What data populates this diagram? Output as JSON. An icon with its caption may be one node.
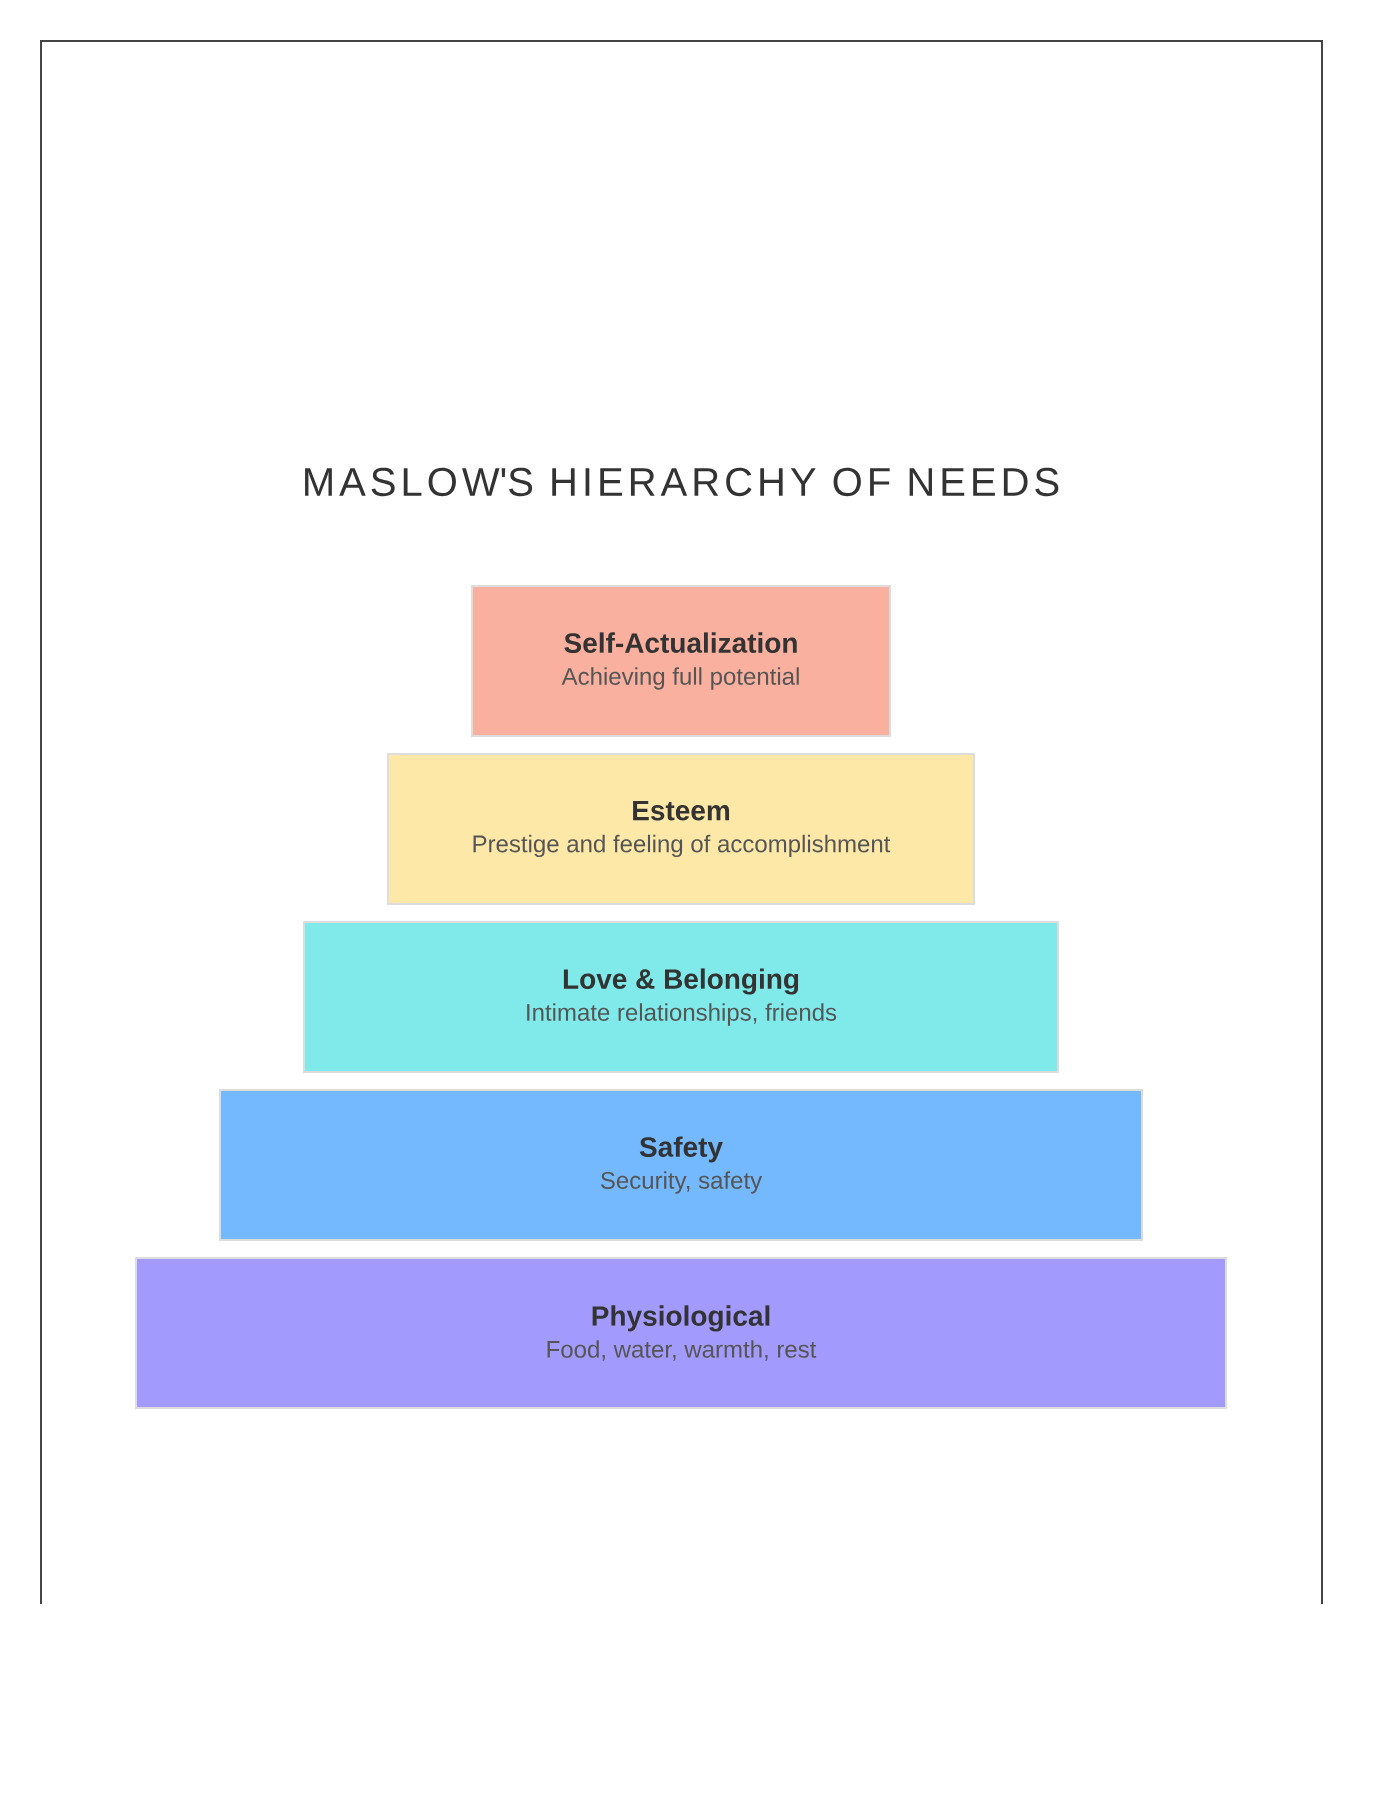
{
  "diagram": {
    "title": "MASLOW'S HIERARCHY OF NEEDS",
    "nodes": [
      {
        "text": [
          "Self-Actualization",
          "Achieving full potential"
        ]
      },
      {
        "text": [
          "Esteem",
          "Prestige and feeling of accomplishment"
        ]
      },
      {
        "text": [
          "Love & Belonging",
          "Intimate relationships, friends"
        ]
      },
      {
        "text": [
          "Safety",
          "Security, safety"
        ]
      },
      {
        "text": [
          "Physiological",
          "Food, water, warmth, rest"
        ]
      }
    ]
  }
}
